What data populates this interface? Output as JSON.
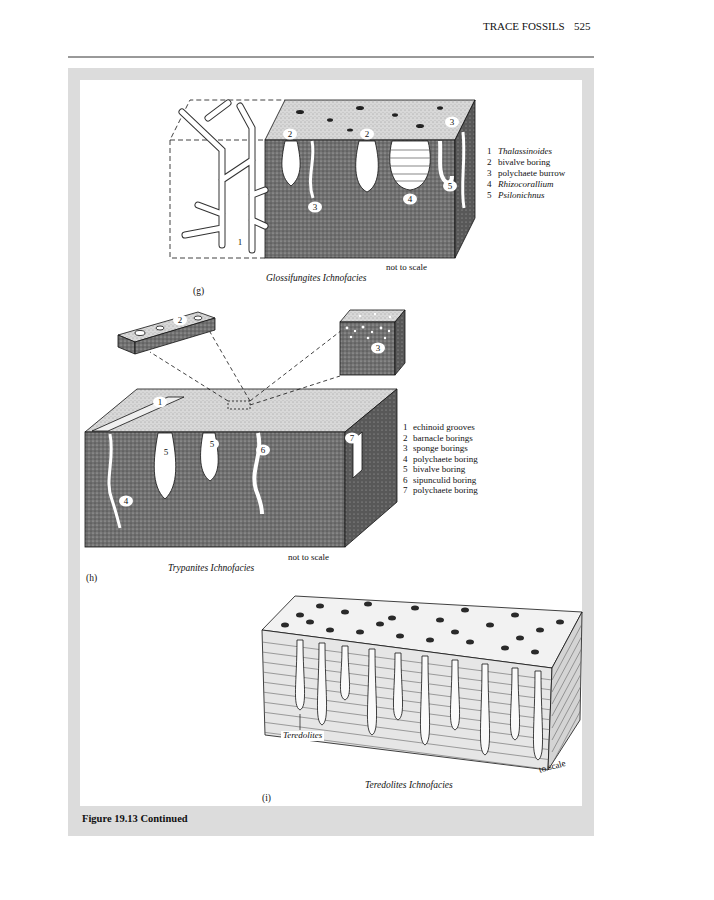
{
  "diagram": {
    "caption": "Figure 19.13 Continued",
    "labels": [
      "TRACE FOSSILS",
      "525",
      "2",
      "2",
      "3",
      "5",
      "4",
      "3",
      "1",
      "1",
      "Thalassinoides",
      "2",
      "bivalve boring",
      "3",
      "polychaete burrow",
      "4",
      "Rhizocorallium",
      "5",
      "Psilonichnus",
      "not to scale",
      "Glossifungites Ichnofacies",
      "(g)",
      "2",
      "3",
      "1",
      "5",
      "5",
      "6",
      "7",
      "4",
      "1",
      "echinoid grooves",
      "2",
      "barnacle borings",
      "3",
      "sponge borings",
      "4",
      "polychaete boring",
      "5",
      "bivalve boring",
      "6",
      "sipunculid boring",
      "7",
      "polychaete boring",
      "not to scale",
      "Trypanites Ichnofacies",
      "(h)",
      "Teredolites",
      "to scale",
      "Teredolites Ichnofacies",
      "(i)"
    ]
  }
}
